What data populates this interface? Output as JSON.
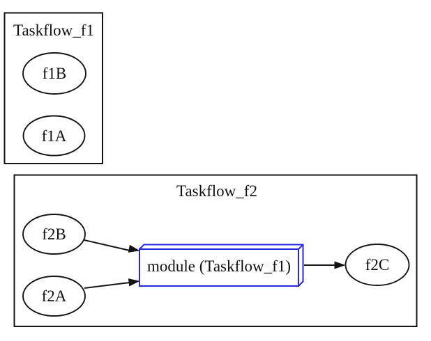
{
  "diagram": {
    "background": "#ffffff",
    "colors": {
      "edge": "#141414",
      "node_border": "#141414",
      "module_blue": "#2626e0",
      "text": "#111111"
    },
    "clusters": [
      {
        "title": "Taskflow_f1"
      },
      {
        "title": "Taskflow_f2"
      }
    ],
    "nodes": [
      {
        "id": "f1B",
        "label": "f1B",
        "shape": "ellipse",
        "cluster": "Taskflow_f1"
      },
      {
        "id": "f1A",
        "label": "f1A",
        "shape": "ellipse",
        "cluster": "Taskflow_f1"
      },
      {
        "id": "f2B",
        "label": "f2B",
        "shape": "ellipse",
        "cluster": "Taskflow_f2"
      },
      {
        "id": "f2A",
        "label": "f2A",
        "shape": "ellipse",
        "cluster": "Taskflow_f2"
      },
      {
        "id": "module",
        "label": "module (Taskflow_f1)",
        "shape": "box3d",
        "cluster": "Taskflow_f2"
      },
      {
        "id": "f2C",
        "label": "f2C",
        "shape": "ellipse",
        "cluster": "Taskflow_f2"
      }
    ],
    "edges": [
      {
        "from": "f2B",
        "to": "module"
      },
      {
        "from": "f2A",
        "to": "module"
      },
      {
        "from": "module",
        "to": "f2C"
      }
    ]
  }
}
